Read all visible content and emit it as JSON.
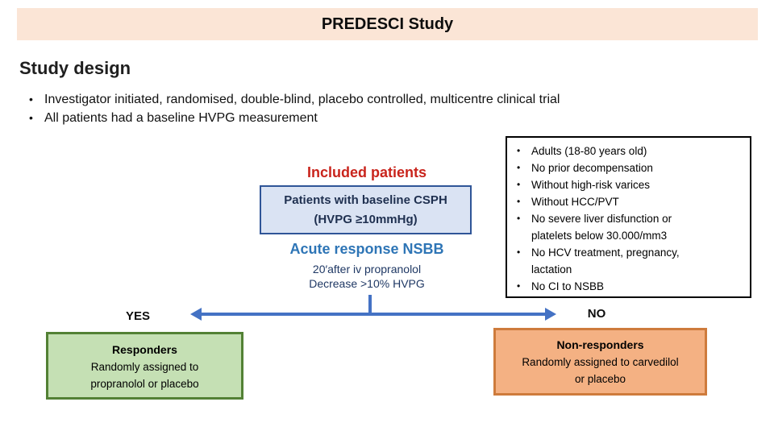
{
  "slide": {
    "title": "PREDESCI Study",
    "heading": "Study design",
    "bullet_char": "•",
    "bullets": [
      "Investigator initiated, randomised, double-blind, placebo controlled, multicentre clinical trial",
      "All patients had a baseline HVPG measurement"
    ]
  },
  "flow": {
    "included_label": "Included patients",
    "csph_box_line1": "Patients with baseline CSPH",
    "csph_box_line2": "(HVPG ≥10mmHg)",
    "acute_label": "Acute response NSBB",
    "acute_sub1": "20′after iv propranolol",
    "acute_sub2": "Decrease >10% HVPG",
    "yes_label": "YES",
    "no_label": "NO",
    "responders": {
      "title": "Responders",
      "line1": "Randomly assigned to",
      "line2": "propranolol or placebo"
    },
    "non_responders": {
      "title": "Non-responders",
      "line1": "Randomly assigned to carvedilol",
      "line2": "or placebo"
    }
  },
  "eligibility": {
    "bullet_char": "•",
    "items": [
      {
        "bullet": true,
        "text": "Adults (18-80 years old)"
      },
      {
        "bullet": true,
        "text": "No prior decompensation"
      },
      {
        "bullet": true,
        "text": "Without high-risk varices"
      },
      {
        "bullet": true,
        "text": "Without HCC/PVT"
      },
      {
        "bullet": true,
        "text": "No severe liver disfunction or"
      },
      {
        "bullet": false,
        "text": "platelets below 30.000/mm3"
      },
      {
        "bullet": true,
        "text": "No HCV treatment, pregnancy,"
      },
      {
        "bullet": false,
        "text": "lactation"
      },
      {
        "bullet": true,
        "text": "No CI to NSBB"
      }
    ]
  },
  "colors": {
    "banner_bg": "#FBE5D6",
    "red_accent": "#C9241C",
    "blue_accent": "#2E75B6",
    "navy_text": "#1F3864",
    "csph_fill": "#DAE3F3",
    "csph_border": "#2F5597",
    "arrow_blue": "#4472C4",
    "green_fill": "#C5E0B4",
    "green_border": "#538135",
    "orange_fill": "#F4B183",
    "orange_border": "#CE7B3C"
  }
}
